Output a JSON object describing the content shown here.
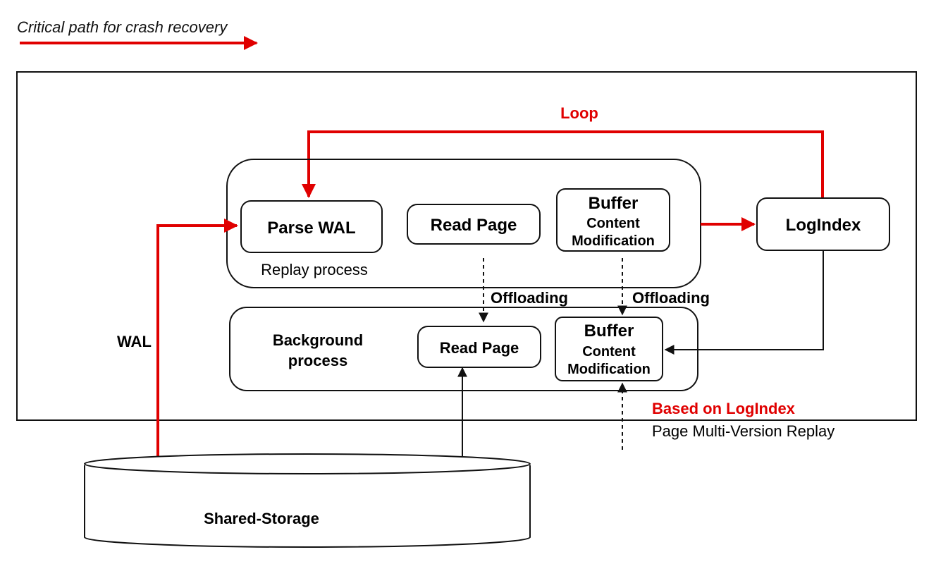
{
  "legend": {
    "text": "Critical path for crash recovery",
    "color": "#e00000"
  },
  "labels": {
    "loop": "Loop",
    "wal": "WAL",
    "offloading_left": "Offloading",
    "offloading_right": "Offloading",
    "based_on_logindex": "Based on LogIndex",
    "page_multi_version_replay": "Page Multi-Version Replay"
  },
  "replay_process": {
    "label": "Replay process",
    "parse_wal": "Parse WAL",
    "read_page": "Read Page",
    "buffer_title": "Buffer",
    "buffer_line1": "Content",
    "buffer_line2": "Modification"
  },
  "background_process": {
    "label_line1": "Background",
    "label_line2": "process",
    "read_page": "Read Page",
    "buffer_title": "Buffer",
    "buffer_line1": "Content",
    "buffer_line2": "Modification"
  },
  "logindex": {
    "label": "LogIndex"
  },
  "storage": {
    "label": "Shared-Storage"
  },
  "colors": {
    "critical": "#e00000",
    "stroke": "#111111",
    "background": "#ffffff"
  }
}
